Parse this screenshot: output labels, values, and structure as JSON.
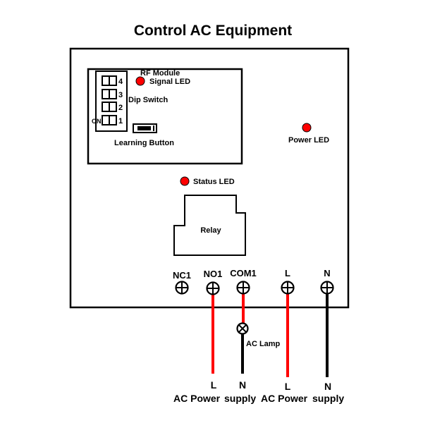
{
  "title": "Control AC Equipment",
  "rf_module": {
    "label": "RF Module",
    "signal_led_label": "Signal LED",
    "dip_switch": {
      "label": "Dip Switch",
      "on_label": "ON",
      "switches": [
        "4",
        "3",
        "2",
        "1"
      ]
    },
    "learning_button_label": "Learning Button"
  },
  "power_led_label": "Power LED",
  "status_led_label": "Status LED",
  "relay_label": "Relay",
  "terminals": [
    {
      "label": "NC1"
    },
    {
      "label": "NO1"
    },
    {
      "label": "COM1"
    },
    {
      "label": "L"
    },
    {
      "label": "N"
    }
  ],
  "lamp_label": "AC Lamp",
  "supply_wires": [
    {
      "label": "L",
      "color": "#ff0000"
    },
    {
      "label": "N",
      "color": "#000000"
    },
    {
      "label": "L",
      "color": "#ff0000"
    },
    {
      "label": "N",
      "color": "#000000"
    }
  ],
  "supply_labels": [
    "AC Power",
    "supply",
    "AC Power",
    "supply"
  ],
  "colors": {
    "led": "#ff0000",
    "live_wire": "#ff0000",
    "neutral_wire": "#000000",
    "outline": "#000000"
  }
}
